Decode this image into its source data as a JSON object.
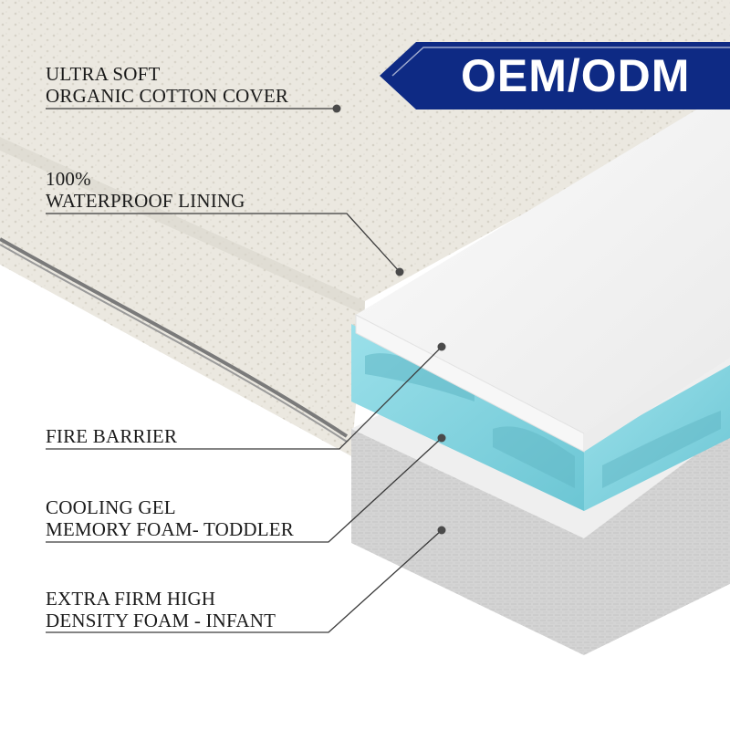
{
  "badge": {
    "text": "OEM/ODM",
    "color": "#0e2a84"
  },
  "callouts": [
    {
      "lines": [
        "ULTRA SOFT",
        "ORGANIC COTTON COVER"
      ]
    },
    {
      "lines": [
        "100%",
        "WATERPROOF LINING"
      ]
    },
    {
      "lines": [
        "FIRE BARRIER"
      ]
    },
    {
      "lines": [
        "COOLING GEL",
        "MEMORY FOAM- TODDLER"
      ]
    },
    {
      "lines": [
        "EXTRA FIRM HIGH",
        "DENSITY FOAM - INFANT"
      ]
    }
  ],
  "layers": [
    {
      "name": "cotton-cover",
      "color": "#ece9e1"
    },
    {
      "name": "white-top-layer",
      "color": "#f4f4f4"
    },
    {
      "name": "cooling-gel-layer",
      "color": "#7fd0dc"
    },
    {
      "name": "high-density-foam-layer",
      "color": "#cfcfcf"
    }
  ]
}
